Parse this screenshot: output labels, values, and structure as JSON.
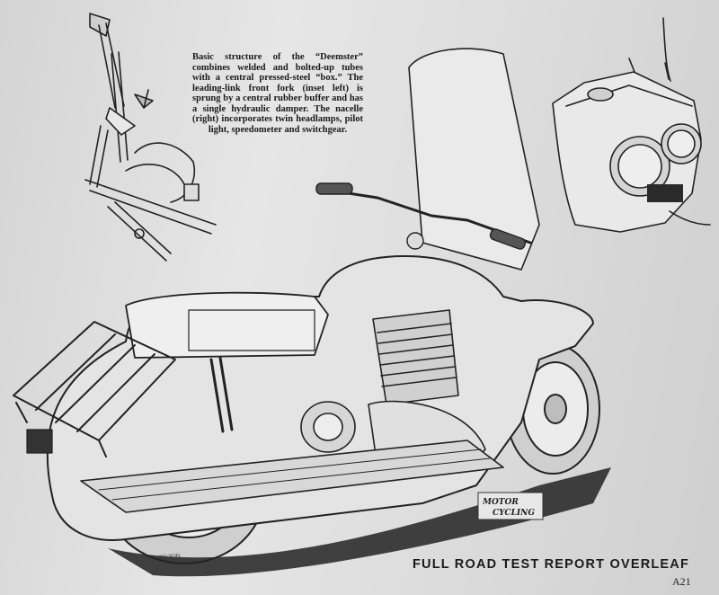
{
  "caption": {
    "text": "Basic structure of the “Deemster” combines welded and bolted-up tubes with a central pressed-steel “box.” The leading-link front fork (inset left) is sprung by a central rubber buffer and has a single hydraulic damper. The nacelle (right) incorporates twin headlamps, pilot light, speedometer and switchgear."
  },
  "footer": {
    "title": "FULL ROAD TEST REPORT OVERLEAF",
    "page_number": "A21"
  },
  "illustration": {
    "artist_signature": "FELTON",
    "logo_text": "MOTOR CYCLING"
  }
}
